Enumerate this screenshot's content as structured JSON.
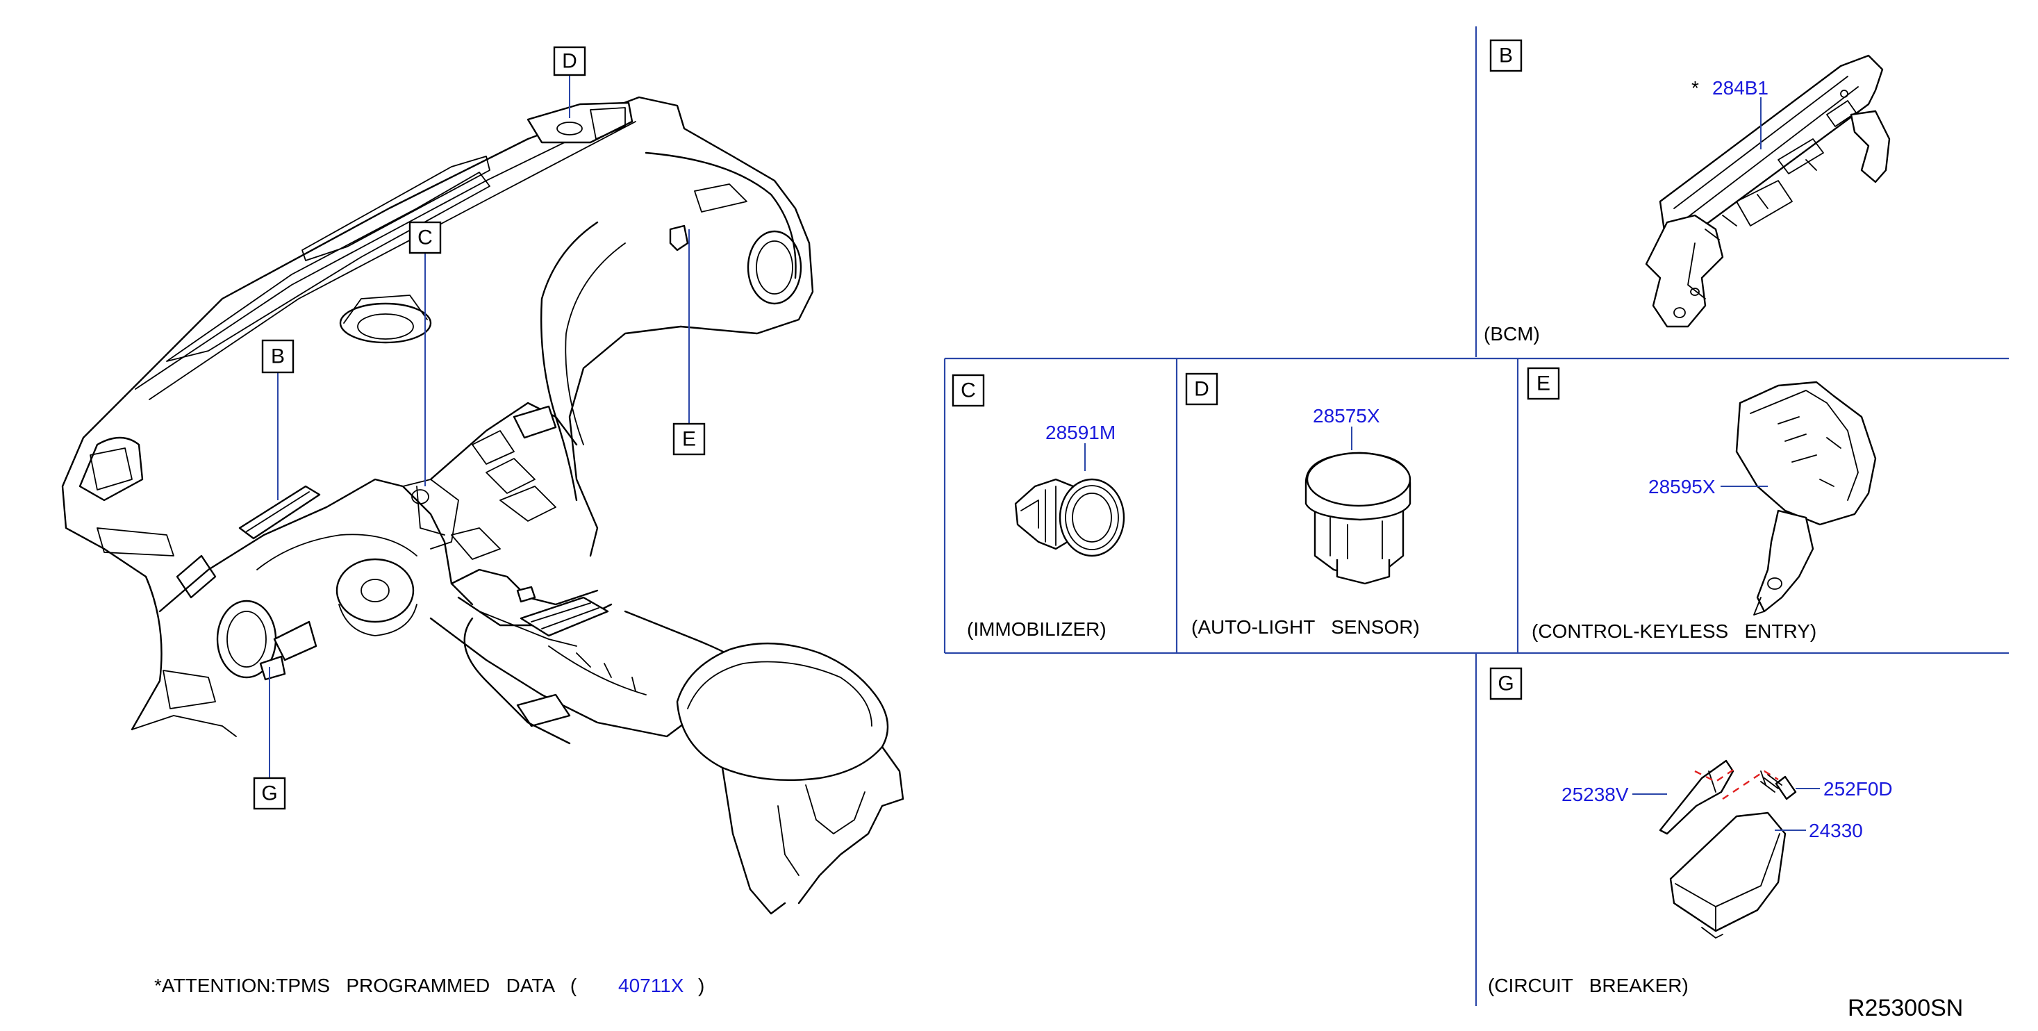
{
  "callouts": {
    "main": {
      "d": "D",
      "c": "C",
      "b": "B",
      "e": "E",
      "g": "G"
    },
    "panels": {
      "b": "B",
      "c": "C",
      "d": "D",
      "e": "E",
      "g": "G"
    }
  },
  "parts": {
    "bcm": {
      "prefix": "*",
      "number": "284B1"
    },
    "immobilizer": "28591M",
    "auto_light_sensor": "28575X",
    "control_keyless_entry": "28595X",
    "bracket": "25238V",
    "bolt": "252F0D",
    "circuit_breaker": "24330"
  },
  "captions": {
    "bcm": "(BCM)",
    "immobilizer": "(IMMOBILIZER)",
    "auto_light_sensor": "(AUTO-LIGHT   SENSOR)",
    "control_keyless_entry": "(CONTROL-KEYLESS   ENTRY)",
    "circuit_breaker": "(CIRCUIT   BREAKER)"
  },
  "footnote": {
    "text": "*ATTENTION:TPMS   PROGRAMMED   DATA   (",
    "part": "40711X",
    "close": ")"
  },
  "reference_code": "R25300SN"
}
